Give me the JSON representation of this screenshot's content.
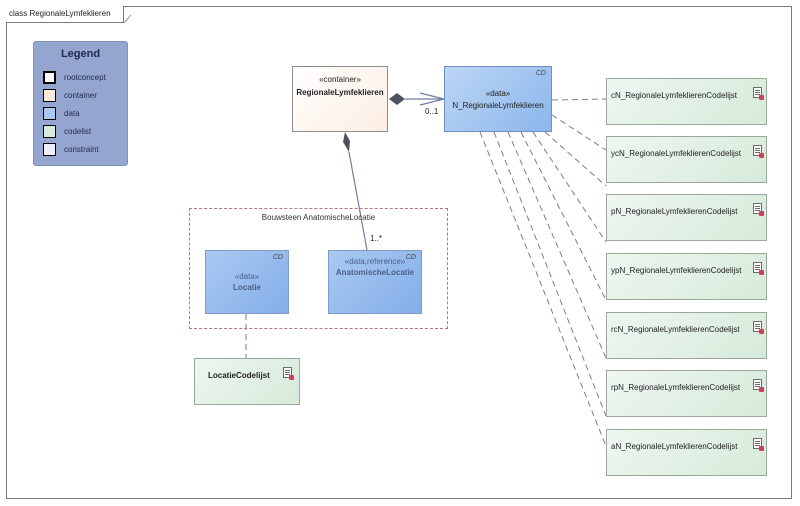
{
  "frame": {
    "title": "class RegionaleLymfeklieren"
  },
  "legend": {
    "title": "Legend",
    "items": [
      {
        "label": "rootconcept",
        "color": "#ffffff"
      },
      {
        "label": "container",
        "color": "#fbe9d9"
      },
      {
        "label": "data",
        "color": "#a9c9f2"
      },
      {
        "label": "codelist",
        "color": "#d6eadb"
      },
      {
        "label": "constraint",
        "color": "#eeeefa"
      }
    ]
  },
  "classes": {
    "container": {
      "stereotype": "«container»",
      "name": "RegionaleLymfeklieren"
    },
    "main_data": {
      "stereotype": "«data»",
      "name": "N_RegionaleLymfeklieren",
      "tag": "CD"
    },
    "locatie": {
      "stereotype": "«data»",
      "name": "Locatie",
      "tag": "CD"
    },
    "anatomische": {
      "stereotype": "«data,reference»",
      "name": "AnatomischeLocatie",
      "tag": "CD"
    }
  },
  "group": {
    "label": "Bouwsteen AnatomischeLocatie"
  },
  "multiplicities": {
    "main_to_container": "0..1",
    "anat_to_container": "1..*"
  },
  "codelists": [
    "cN_RegionaleLymfeklierenCodelijst",
    "ycN_RegionaleLymfeklierenCodelijst",
    "pN_RegionaleLymfeklierenCodelijst",
    "ypN_RegionaleLymfeklierenCodelijst",
    "rcN_RegionaleLymfeklierenCodelijst",
    "rpN_RegionaleLymfeklierenCodelijst",
    "aN_RegionaleLymfeklierenCodelijst"
  ],
  "locatie_codelist": "LocatieCodelijst"
}
